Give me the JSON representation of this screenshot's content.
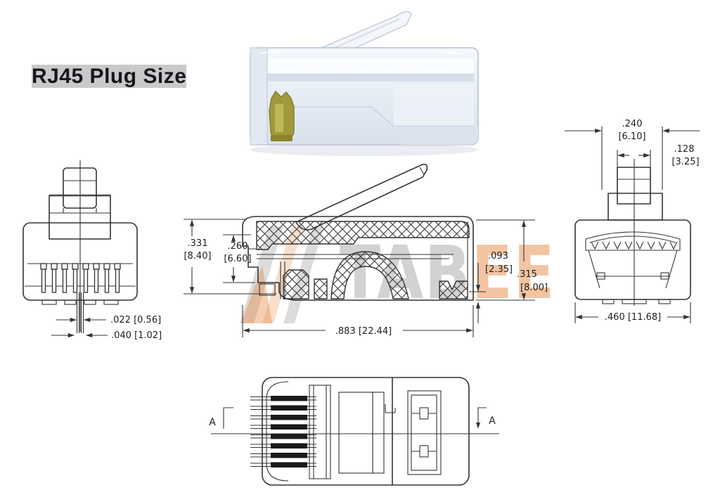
{
  "title": {
    "text": "RJ45 Plug Size",
    "bg": "#c9c9c9",
    "color": "#17171f"
  },
  "watermark": {
    "gray_letters": "TAB",
    "orange_letters": "EE",
    "gray": "#8f8f8f",
    "orange": "#e7853c"
  },
  "photo": {
    "description": "translucent RJ45 modular plug with latch lever and yellow strain-relief insert",
    "body_tint": "#e7edf5",
    "boot_color": "#a09a3c"
  },
  "drawing": {
    "line_color": "#333333",
    "front_view": {
      "dim_pin_spacing": ".022 [0.56]",
      "dim_wire_pair": ".040 [1.02]"
    },
    "side_view": {
      "dim_height": {
        "in": ".331",
        "mm": "[8.40]"
      },
      "dim_front_height": {
        "in": ".260",
        "mm": "[6.60]"
      },
      "dim_contact": {
        "in": ".093",
        "mm": "[2.35]"
      },
      "dim_rear_height": {
        "in": ".315",
        "mm": "[8.00]"
      },
      "dim_length": ".883 [22.44]"
    },
    "rear_view": {
      "dim_cable_width": {
        "in": ".240",
        "mm": "[6.10]"
      },
      "dim_inner_width": {
        "in": ".128",
        "mm": "[3.25]"
      },
      "dim_body_width": ".460 [11.68]"
    },
    "plan_view": {
      "section_left": "A",
      "section_right": "A"
    }
  }
}
